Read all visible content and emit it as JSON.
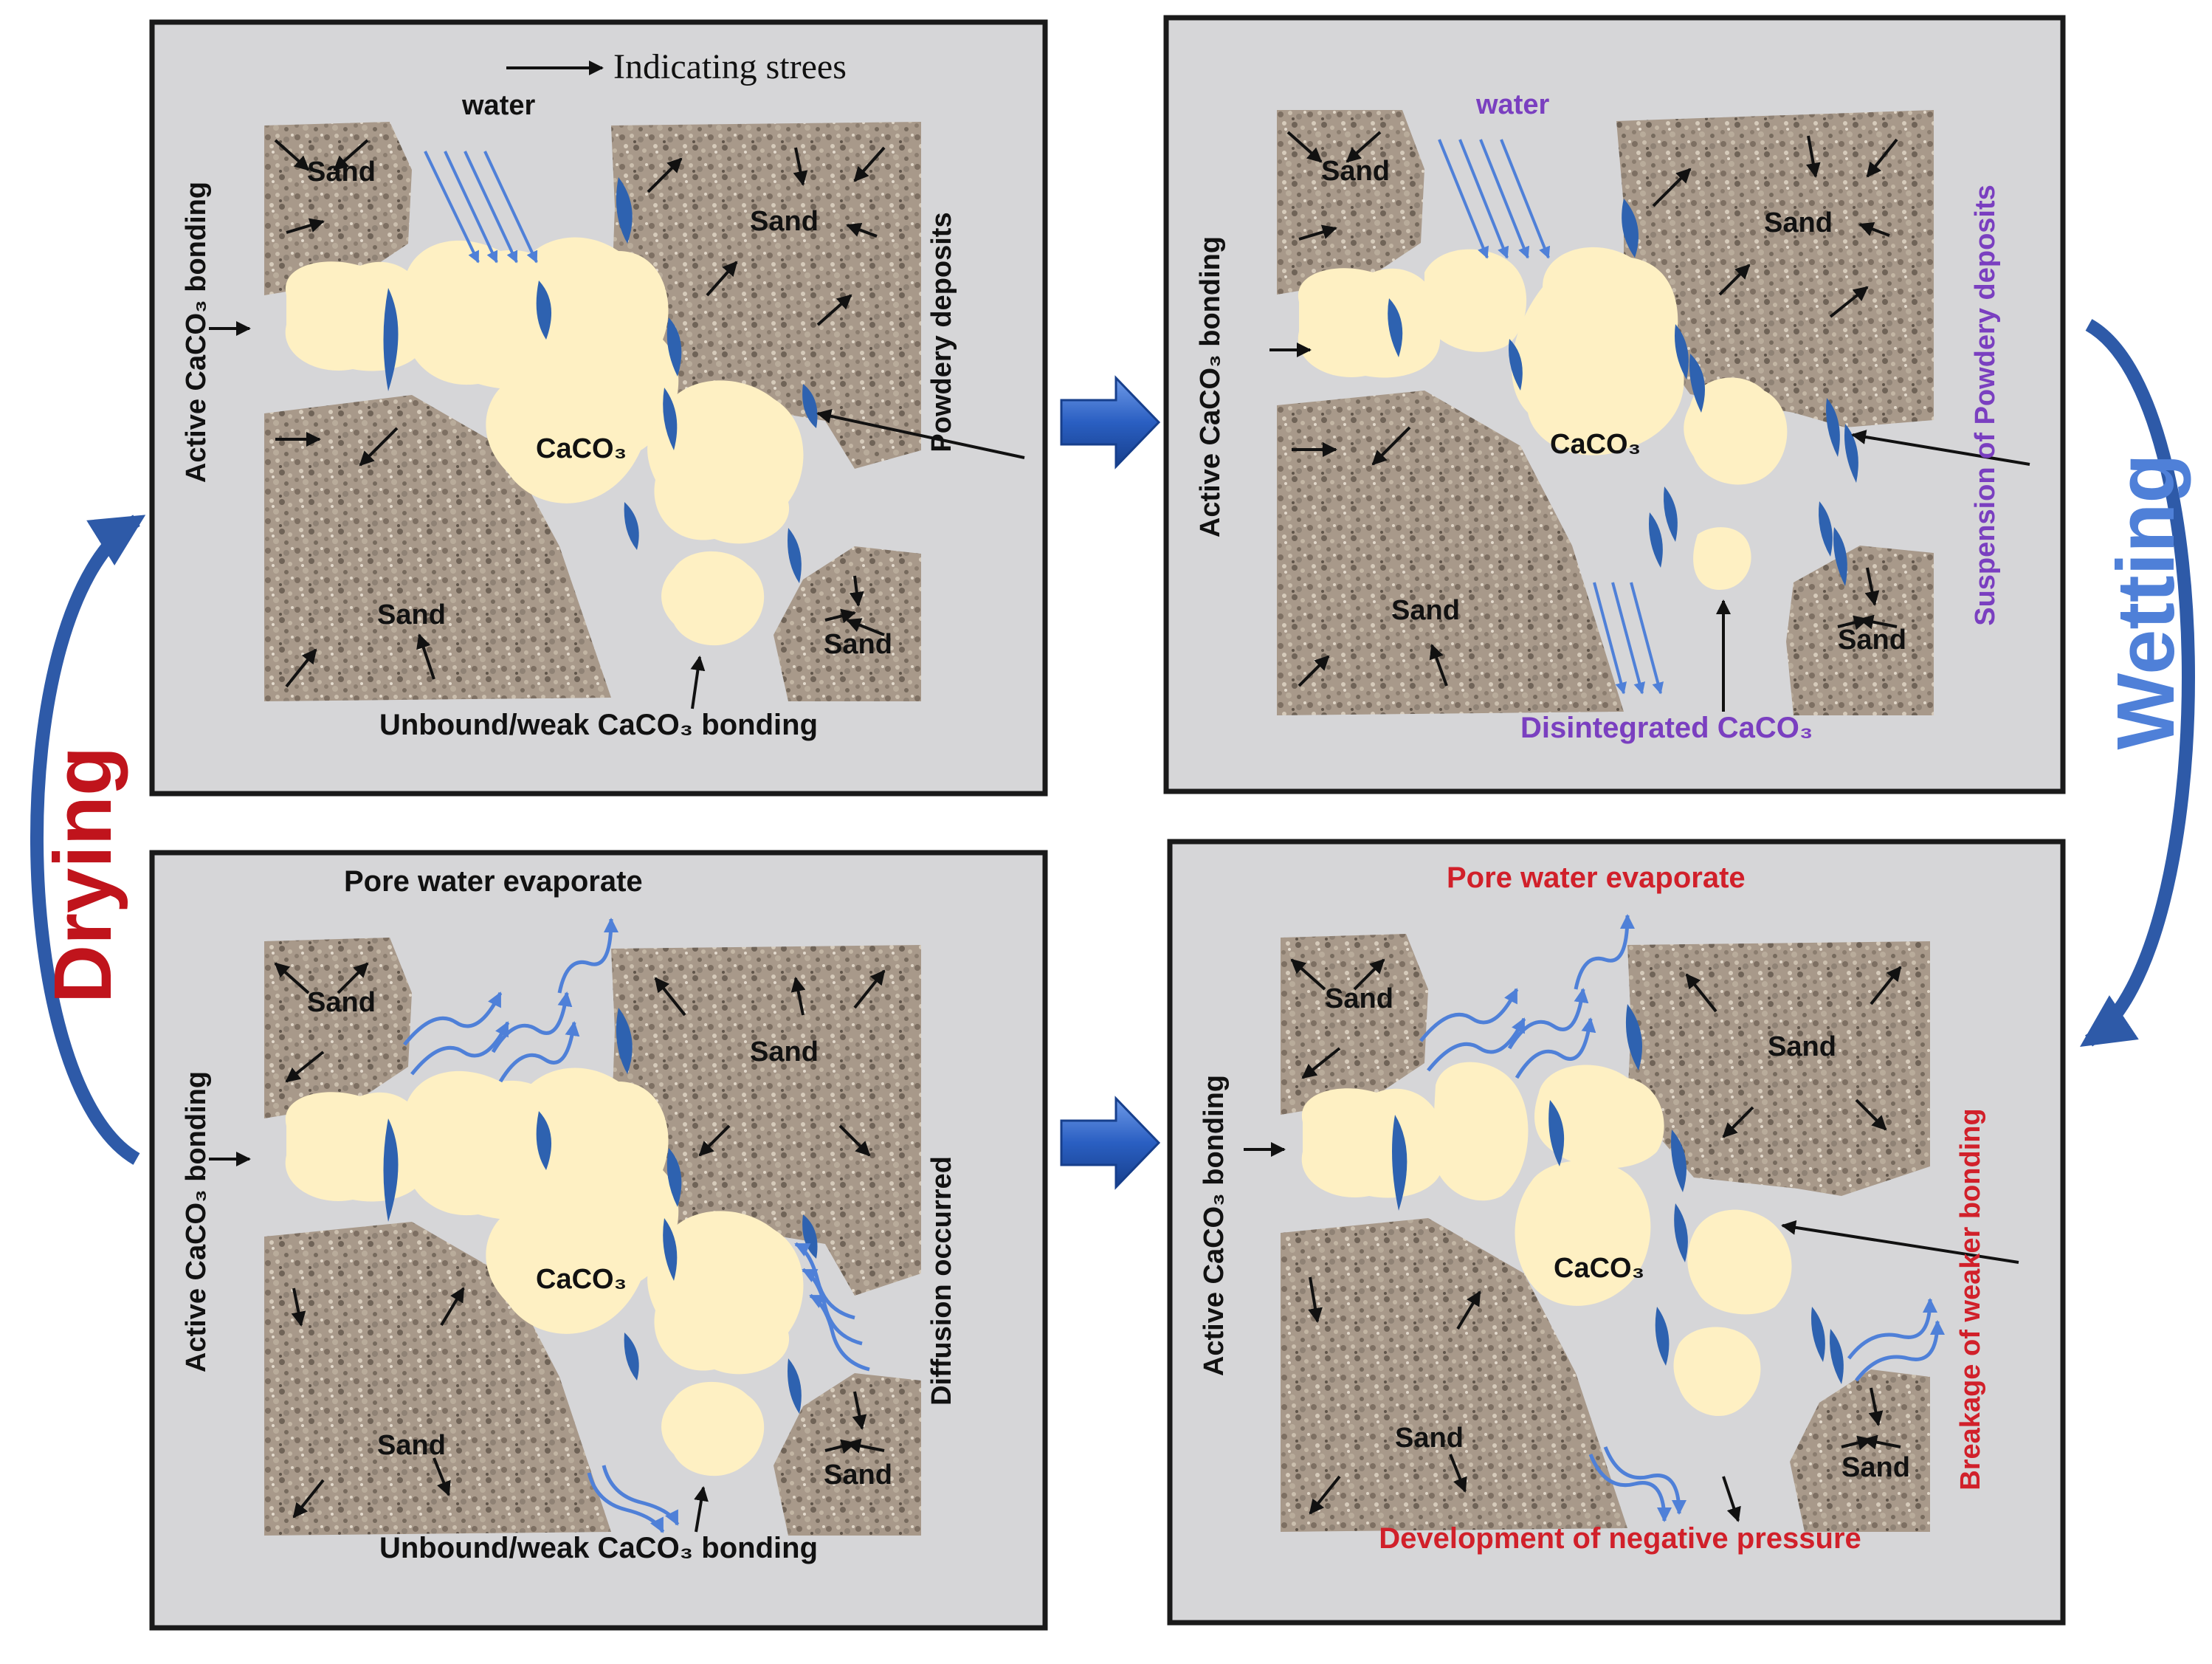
{
  "legend": {
    "label": "Indicating strees"
  },
  "cycle": {
    "left_label": "Drying",
    "right_label": "Wetting"
  },
  "colors": {
    "panel_bg": "#d6d6d8",
    "panel_border": "#1a1a1a",
    "sand": "#a8998a",
    "caco3": "#fef0c3",
    "deposit": "#2e62b0",
    "water_arrow": "#4f80d8",
    "stress_arrow": "#111111",
    "purple_text": "#7a3fc0",
    "red_text": "#d1202a",
    "cycle_arrow": "#2e5aa8",
    "wetting_text": "#4f80d8",
    "drying_text": "#c0141c"
  },
  "panels": {
    "top_left": {
      "water": "water",
      "sand_labels": [
        "Sand",
        "Sand",
        "Sand",
        "Sand"
      ],
      "caco3": "CaCO₃",
      "active_bonding": "Active CaCO₃ bonding",
      "powdery_deposits": "Powdery deposits",
      "unbound": "Unbound/weak CaCO₃ bonding"
    },
    "top_right": {
      "water": "water",
      "sand_labels": [
        "Sand",
        "Sand",
        "Sand",
        "Sand"
      ],
      "caco3": "CaCO₃",
      "active_bonding": "Active CaCO₃ bonding",
      "suspension": "Suspension of Powdery deposits",
      "disintegrated": "Disintegrated CaCO₃"
    },
    "bottom_left": {
      "evaporate": "Pore water evaporate",
      "sand_labels": [
        "Sand",
        "Sand",
        "Sand",
        "Sand"
      ],
      "caco3": "CaCO₃",
      "active_bonding": "Active CaCO₃ bonding",
      "diffusion": "Diffusion occurred",
      "unbound": "Unbound/weak CaCO₃ bonding"
    },
    "bottom_right": {
      "evaporate": "Pore water evaporate",
      "sand_labels": [
        "Sand",
        "Sand",
        "Sand",
        "Sand"
      ],
      "caco3": "CaCO₃",
      "active_bonding": "Active CaCO₃ bonding",
      "breakage": "Breakage of weaker bonding",
      "negative_pressure": "Development of negative pressure"
    }
  }
}
